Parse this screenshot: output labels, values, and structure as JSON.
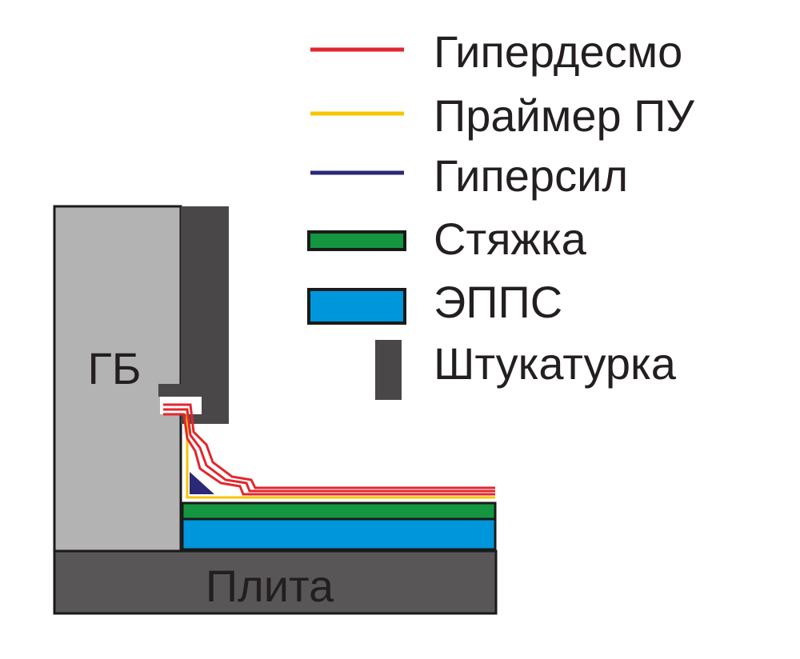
{
  "legend": [
    {
      "label": "Гипердесмо",
      "kind": "line",
      "color": "#e3262c"
    },
    {
      "label": "Праймер ПУ",
      "kind": "line",
      "color": "#f7c600"
    },
    {
      "label": "Гиперсил",
      "kind": "line",
      "color": "#2b2878"
    },
    {
      "label": "Стяжка",
      "kind": "bar",
      "color": "#13963f"
    },
    {
      "label": "ЭППС",
      "kind": "bar",
      "color": "#0096dc"
    },
    {
      "label": "Штукатурка",
      "kind": "block",
      "color": "#4a4748"
    }
  ],
  "diagram": {
    "wall_label": "ГБ",
    "slab_label": "Плита",
    "colors": {
      "wall": "#b3b3b3",
      "slab": "#585657",
      "plaster": "#4a4748",
      "outline": "#1a1a1a"
    }
  }
}
